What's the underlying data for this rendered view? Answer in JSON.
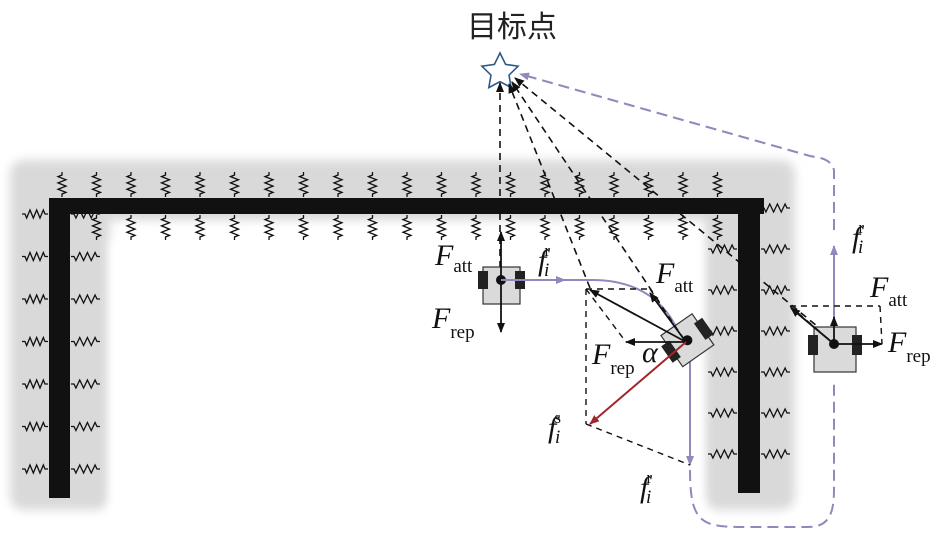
{
  "diagram": {
    "goal_label": "目标点",
    "colors": {
      "wall": "#111111",
      "wall_halo": "#d9d9d9",
      "spring": "#111111",
      "dashed": "#111111",
      "path": "#9487bb",
      "social_force": "#a1262c",
      "robot_body": "#dadada"
    },
    "icons": {
      "goal": "star-outline-icon",
      "robot": "wheeled-robot-icon",
      "spring": "zigzag-spring-icon"
    },
    "labels": {
      "robot1_att": {
        "sym": "F",
        "sub": "att"
      },
      "robot1_rep": {
        "sym": "F",
        "sub": "rep"
      },
      "robot1_fr": {
        "sym": "f",
        "sub": "i",
        "sup": "r"
      },
      "robot2_att": {
        "sym": "F",
        "sub": "att"
      },
      "robot2_rep": {
        "sym": "F",
        "sub": "rep"
      },
      "robot2_alpha": "α",
      "robot2_fs": {
        "sym": "f",
        "sub": "i",
        "sup": "s"
      },
      "robot2_fr": {
        "sym": "f",
        "sub": "i",
        "sup": "r"
      },
      "robot3_fr": {
        "sym": "f",
        "sub": "i",
        "sup": "r"
      },
      "robot3_att": {
        "sym": "F",
        "sub": "att"
      },
      "robot3_rep": {
        "sym": "F",
        "sub": "rep"
      }
    }
  }
}
